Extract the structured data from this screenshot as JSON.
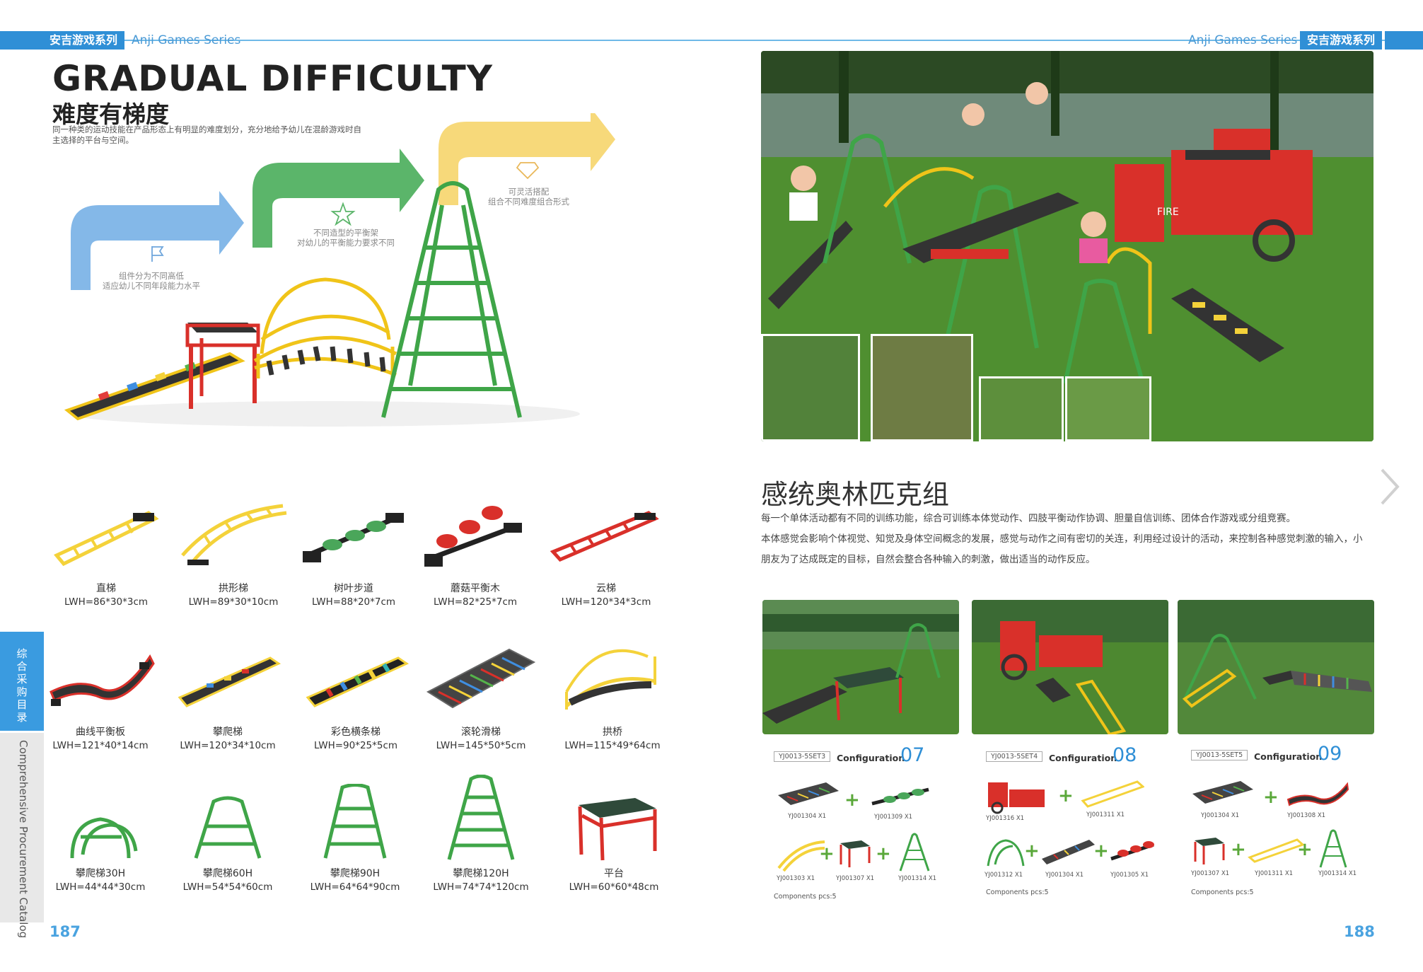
{
  "header": {
    "left_tag": "安吉游戏系列",
    "left_en": "Anji Games Series",
    "right_en": "Anji Games Series",
    "right_tag": "安吉游戏系列"
  },
  "left_page": {
    "title_en": "GRADUAL DIFFICULTY",
    "title_cn": "难度有梯度",
    "intro": "同一种类的运动技能在产品形态上有明显的难度划分，充分地给予幼儿在混龄游戏时自主选择的平台与空间。",
    "steps": [
      {
        "icon": "flag-icon",
        "line1": "组件分为不同高低",
        "line2": "适应幼儿不同年段能力水平"
      },
      {
        "icon": "star-icon",
        "line1": "不同造型的平衡架",
        "line2": "对幼儿的平衡能力要求不同"
      },
      {
        "icon": "diamond-icon",
        "line1": "可灵活搭配",
        "line2": "组合不同难度组合形式"
      }
    ],
    "products": [
      {
        "name": "直梯",
        "dim": "LWH=86*30*3cm"
      },
      {
        "name": "拱形梯",
        "dim": "LWH=89*30*10cm"
      },
      {
        "name": "树叶步道",
        "dim": "LWH=88*20*7cm"
      },
      {
        "name": "蘑菇平衡木",
        "dim": "LWH=82*25*7cm"
      },
      {
        "name": "云梯",
        "dim": "LWH=120*34*3cm"
      },
      {
        "name": "曲线平衡板",
        "dim": "LWH=121*40*14cm"
      },
      {
        "name": "攀爬梯",
        "dim": "LWH=120*34*10cm"
      },
      {
        "name": "彩色横条梯",
        "dim": "LWH=90*25*5cm"
      },
      {
        "name": "滚轮滑梯",
        "dim": "LWH=145*50*5cm"
      },
      {
        "name": "拱桥",
        "dim": "LWH=115*49*64cm"
      },
      {
        "name": "攀爬梯30H",
        "dim": "LWH=44*44*30cm"
      },
      {
        "name": "攀爬梯60H",
        "dim": "LWH=54*54*60cm"
      },
      {
        "name": "攀爬梯90H",
        "dim": "LWH=64*64*90cm"
      },
      {
        "name": "攀爬梯120H",
        "dim": "LWH=74*74*120cm"
      },
      {
        "name": "平台",
        "dim": "LWH=60*60*48cm"
      }
    ],
    "side_tab_cn": "综合采购目录",
    "side_tab_en": "Comprehensive Procurement Catalog",
    "page_number": "187"
  },
  "right_page": {
    "set_title": "感统奥林匹克组",
    "desc_1": "每一个单体活动都有不同的训练功能，综合可训练本体觉动作、四肢平衡动作协调、胆量自信训练、团体合作游戏或分组竞赛。",
    "desc_2": "本体感觉会影响个体视觉、知觉及身体空间概念的发展，感觉与动作之间有密切的关连，利用经过设计的活动，来控制各种感觉刺激的输入，小朋友为了达成既定的目标，自然会整合各种输入的刺激，做出适当的动作反应。",
    "photo_sign": "FIRE",
    "configs": [
      {
        "code": "YJ0013-5SET3",
        "label": "Configuration",
        "num": "07",
        "items": [
          "YJ001304 X1",
          "YJ001309 X1",
          "YJ001303 X1",
          "YJ001307 X1",
          "YJ001314 X1"
        ],
        "footer": "Components pcs:5"
      },
      {
        "code": "YJ0013-5SET4",
        "label": "Configuration",
        "num": "08",
        "items": [
          "YJ001316 X1",
          "YJ001311 X1",
          "YJ001312 X1",
          "YJ001304 X1",
          "YJ001305 X1"
        ],
        "footer": "Components pcs:5"
      },
      {
        "code": "YJ0013-5SET5",
        "label": "Configuration",
        "num": "09",
        "items": [
          "YJ001304 X1",
          "YJ001308 X1",
          "YJ001307 X1",
          "YJ001311 X1",
          "YJ001314 X1"
        ],
        "footer": "Components pcs:5"
      }
    ],
    "page_number": "188"
  },
  "colors": {
    "accent": "#2f8fd6",
    "yellow": "#f4d23a",
    "green": "#3fa548",
    "red": "#d9302a",
    "arrow_blue": "#84b8e8",
    "arrow_green": "#5bb56a",
    "arrow_yellow": "#f7d97a"
  }
}
